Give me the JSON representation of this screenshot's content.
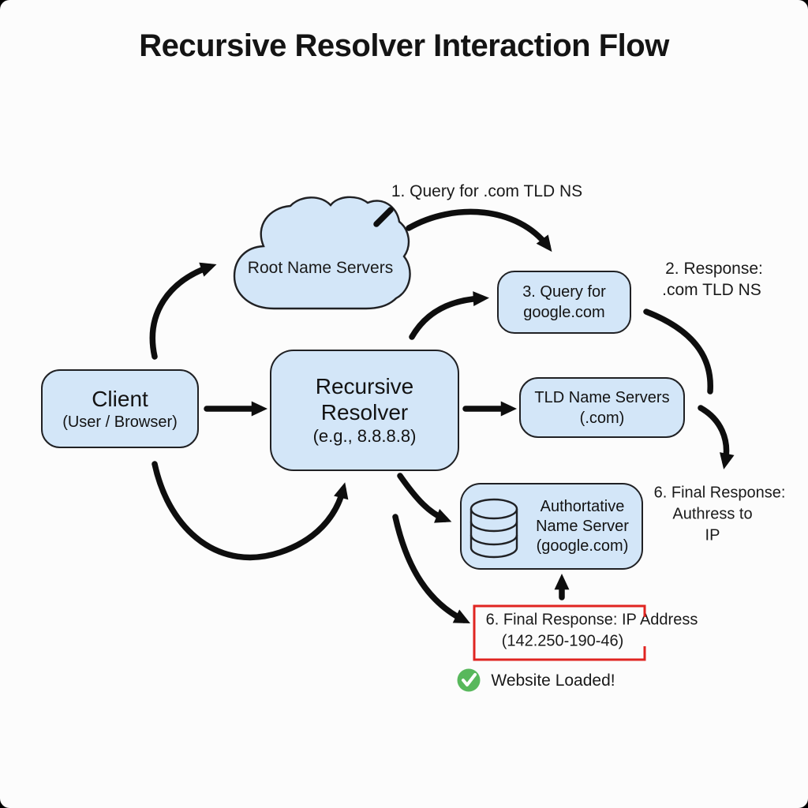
{
  "title": "Recursive Resolver Interaction Flow",
  "nodes": {
    "root_name_servers": {
      "label": "Root Name Servers"
    },
    "client": {
      "title": "Client",
      "subtitle": "(User / Browser)"
    },
    "recursive_resolver": {
      "line1": "Recursive",
      "line2": "Resolver",
      "line3": "(e.g., 8.8.8.8)"
    },
    "query_google": {
      "line1": "3. Query for",
      "line2": "google.com"
    },
    "tld_name_servers": {
      "line1": "TLD Name Servers",
      "line2": "(.com)"
    },
    "authoritative": {
      "line1": "Authortative",
      "line2": "Name Server",
      "line3": "(google.com)"
    },
    "final_response": {
      "line1": "6. Final Response: IP Address",
      "line2": "(142.250-190-46)"
    }
  },
  "annotations": {
    "step1": "1. Query for .com TLD NS",
    "step2": {
      "line1": "2. Response:",
      "line2": ".com TLD NS"
    },
    "step6": {
      "line1": "6. Final Response:",
      "line2": "Authress to",
      "line3": "IP"
    },
    "website_loaded": "Website Loaded!"
  },
  "icons": {
    "database": "database-icon",
    "check": "checkmark-icon"
  },
  "colors": {
    "node_fill": "#d3e6f8",
    "node_border": "#202124",
    "arrow": "#0e0e0e",
    "alert_red": "#e02521",
    "success_green": "#58b85c",
    "canvas": "#fcfcfc"
  }
}
